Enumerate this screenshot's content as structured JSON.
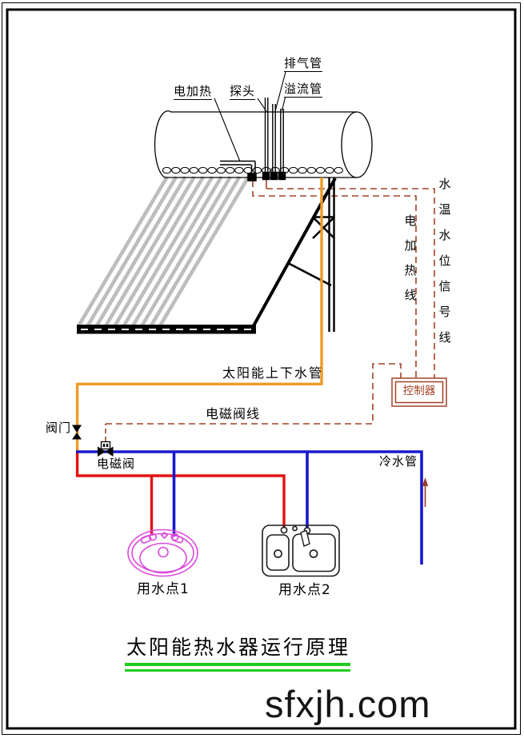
{
  "page": {
    "title": "太阳能热水器运行原理",
    "watermark": "sfxjh.com"
  },
  "labels": {
    "electric_heater": "电加热",
    "probe": "探头",
    "vent_pipe": "排气管",
    "overflow_pipe": "溢流管",
    "heater_wire": "电加热线",
    "signal_wire": "水温水位信号线",
    "controller": "控制器",
    "solar_pipe": "太阳能上下水管",
    "solenoid_wire": "电磁阀线",
    "valve": "阀门",
    "solenoid_valve": "电磁阀",
    "cold_water_pipe": "冷水管",
    "water_point_1": "用水点1",
    "water_point_2": "用水点2"
  },
  "colors": {
    "hot_water_pipe": "#e31212",
    "cold_water_pipe": "#1818ce",
    "solar_pipe": "#f09a26",
    "signal_wire": "#a34226",
    "vacuum_tube": "#bdbdbd",
    "basin": "#db49db",
    "title_underline": "#1ecc1e",
    "frame": "#000000"
  }
}
